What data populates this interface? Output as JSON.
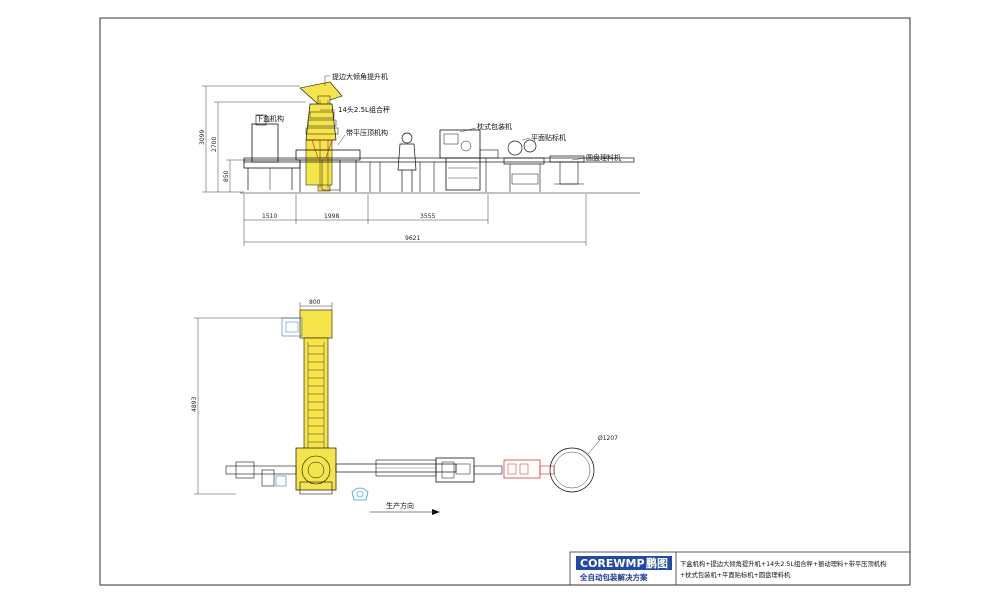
{
  "side_view": {
    "labels": {
      "elevator": "提边大倾角提升机",
      "weigher": "14头2.5L组合秤",
      "lower_mechanism": "下盒机构",
      "press_mechanism": "带平压顶机构",
      "pillow_packer": "枕式包装机",
      "labeler": "平面贴标机",
      "rotary_table": "圆盘理料机"
    },
    "dimensions": {
      "height_total": "3099",
      "height_2": "2700",
      "height_small": "850",
      "seg_1": "1510",
      "seg_2": "1998",
      "seg_3": "3555",
      "total_length": "9621"
    }
  },
  "top_view": {
    "dimensions": {
      "elevator_width": "800",
      "depth": "4893",
      "disc_diameter": "Ø1207"
    },
    "direction_label": "生产方向"
  },
  "title_block": {
    "brand_en": "COREWMP",
    "brand_cn": "鹏图",
    "slogan": "全自动包装解决方案",
    "description_line1": "下盒机构+提边大倾角提升机+14头2.5L组合秤+振动理料+带平压顶机构",
    "description_line2": "+枕式包装机+平面贴标机+圆盘理料机"
  },
  "colors": {
    "machine_yellow": "#f5e44a",
    "line_black": "#111111",
    "accent_red": "#d02020",
    "brand_blue": "#1f4aa8",
    "frame": "#333333"
  }
}
